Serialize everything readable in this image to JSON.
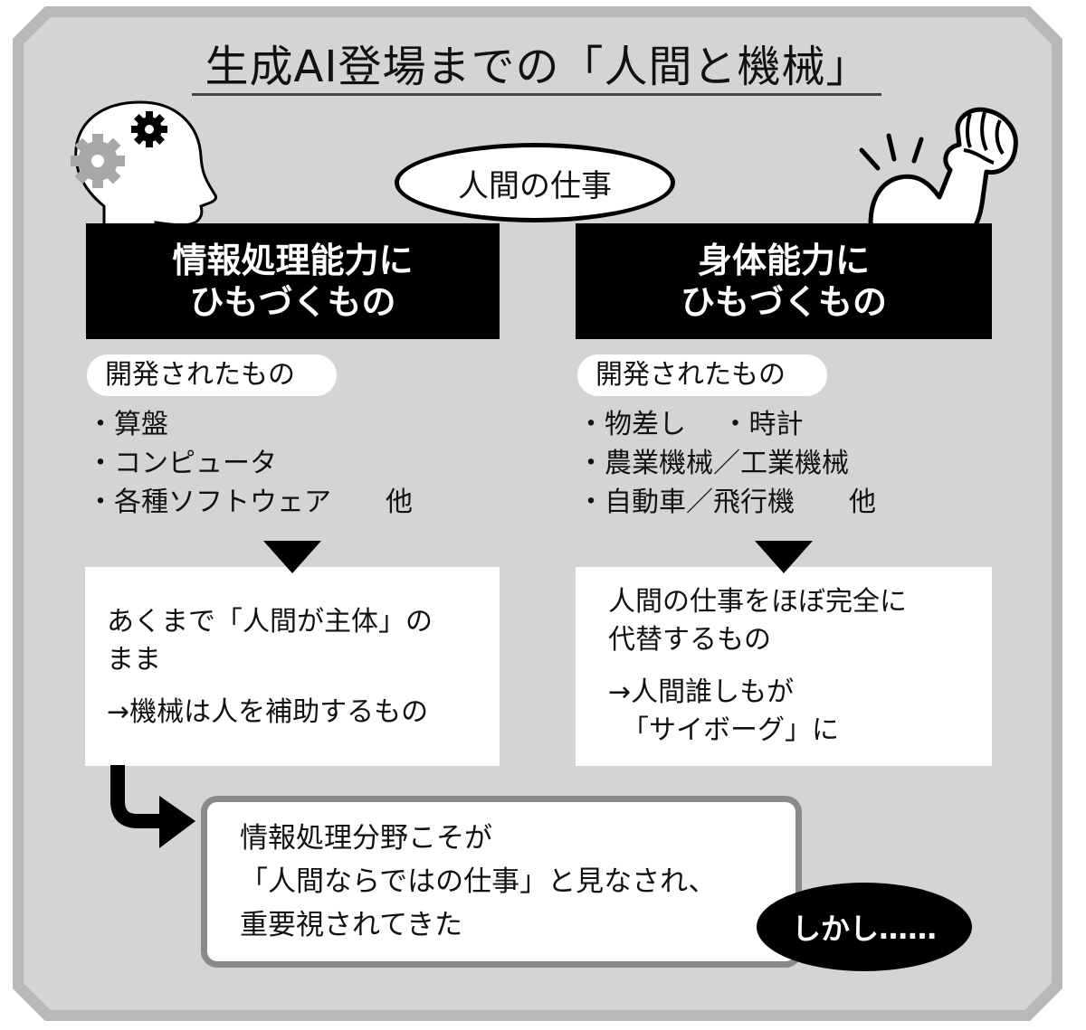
{
  "title": "生成AI登場までの「人間と機械」",
  "center_label": "人間の仕事",
  "colors": {
    "background": "#d4d4d4",
    "frame_border": "#b8b8b8",
    "header_bg": "#000000",
    "box_bg": "#ffffff",
    "conclusion_border": "#8a8a8a",
    "gear_gray": "#a8a8a8"
  },
  "left": {
    "icon": "head-with-gears-icon",
    "header_line1": "情報処理能力に",
    "header_line2": "ひもづくもの",
    "developed_label": "開発されたもの",
    "items": [
      "・算盤",
      "・コンピュータ",
      "・各種ソフトウェア　　他"
    ],
    "result_line1": "あくまで「人間が主体」の",
    "result_line2": "まま",
    "result_line3": "→機械は人を補助するもの"
  },
  "right": {
    "icon": "flexed-arm-icon",
    "header_line1": "身体能力に",
    "header_line2": "ひもづくもの",
    "developed_label": "開発されたもの",
    "items": [
      "・物差し　 ・時計",
      "・農業機械／工業機械",
      "・自動車／飛行機　　他"
    ],
    "result_line1": "人間の仕事をほぼ完全に",
    "result_line2": "代替するもの",
    "result_line3": "→人間誰しもが",
    "result_line4": "　「サイボーグ」に"
  },
  "conclusion": {
    "line1": "情報処理分野こそが",
    "line2": "「人間ならではの仕事」と見なされ、",
    "line3": "重要視されてきた"
  },
  "however_label": "しかし……"
}
